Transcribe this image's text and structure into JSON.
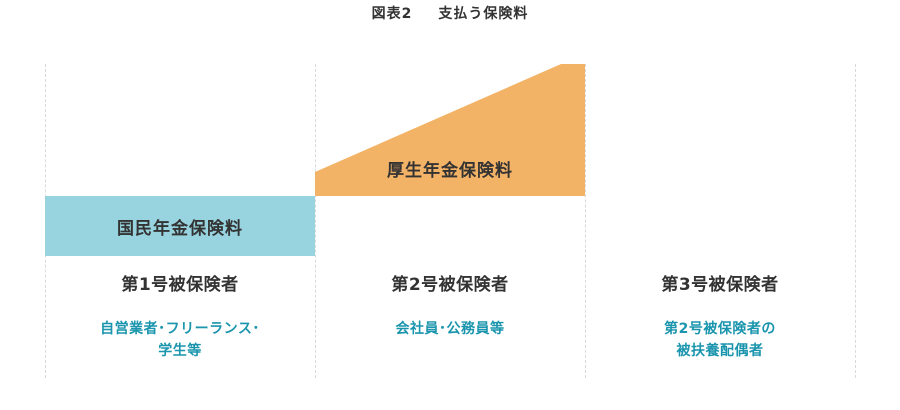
{
  "title": {
    "figure_no": "図表2",
    "text": "支払う保険料"
  },
  "colors": {
    "national_pension": "#98d4df",
    "employee_pension": "#f3b366",
    "heading_text": "#333333",
    "subtext": "#1a95ad",
    "divider": "#d9d9d9"
  },
  "bands": {
    "national_pension_label": "国民年金保険料",
    "employee_pension_label": "厚生年金保険料"
  },
  "columns": [
    {
      "heading": "第1号被保険者",
      "sub_line1": "自営業者･フリーランス･",
      "sub_line2": "学生等"
    },
    {
      "heading": "第2号被保険者",
      "sub_line1": "会社員･公務員等",
      "sub_line2": ""
    },
    {
      "heading": "第3号被保険者",
      "sub_line1": "第2号被保険者の",
      "sub_line2": "被扶養配偶者"
    }
  ]
}
